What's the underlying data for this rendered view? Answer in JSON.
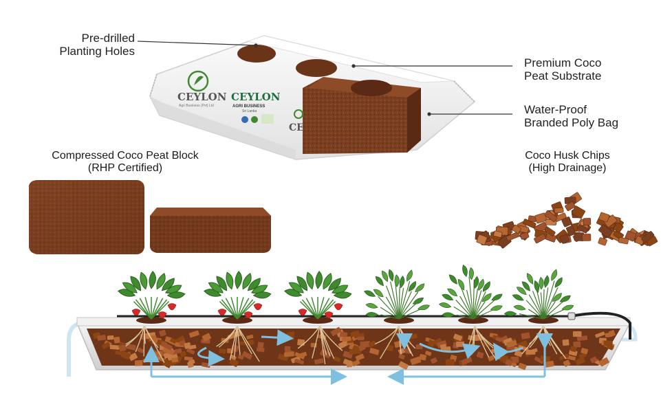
{
  "callouts": {
    "holes": {
      "line1": "Pre-drilled",
      "line2": "Planting Holes"
    },
    "substrate": {
      "line1": "Premium Coco",
      "line2": "Peat Substrate"
    },
    "bag": {
      "line1": "Water-Proof",
      "line2": "Branded Poly Bag"
    }
  },
  "block": {
    "title": "Compressed Coco Peat Block",
    "subtitle": "(RHP Certified)"
  },
  "chips": {
    "title": "Coco Husk Chips",
    "subtitle": "(High Drainage)"
  },
  "bag_branding": {
    "logo_word": "CEYLON",
    "logo_sub": "Agri Business (Pvt) Ltd",
    "title_word": "CEYLON",
    "title_sub": "AGRI BUSINESS",
    "title_sub2": "Sri Lanka",
    "side_word": "CE"
  },
  "colors": {
    "coco": "#7a3e20",
    "coco_dark": "#5a2a14",
    "chip": "#a0522d",
    "leaf": "#3f8a2e",
    "berry": "#d42a2a",
    "water": "#7fc0e0",
    "trough": "#e8e8e8",
    "pipe": "#2a2a2a"
  }
}
